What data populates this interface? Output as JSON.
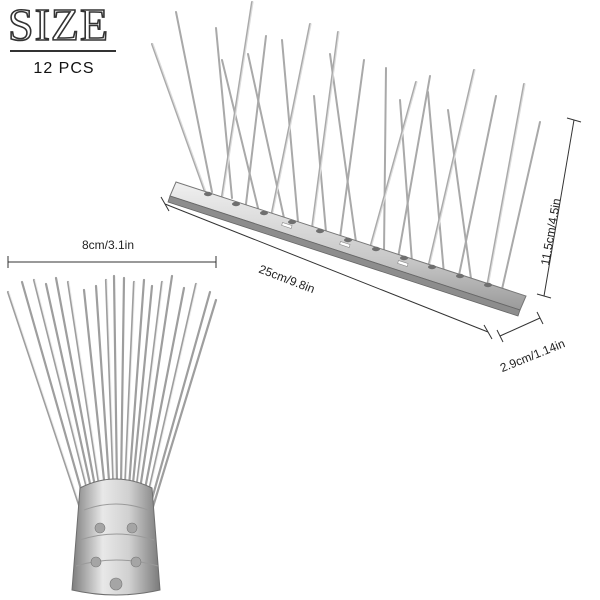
{
  "header": {
    "title": "SIZE",
    "quantity": "12 PCS"
  },
  "dimensions": {
    "length": "25cm/9.8in",
    "height": "11.5cm/4.5in",
    "width": "2.9cm/1.14in",
    "spread": "8cm/3.1in"
  },
  "colors": {
    "metal_light": "#e6e6e6",
    "metal_dark": "#8a8a8a",
    "line": "#333333"
  }
}
